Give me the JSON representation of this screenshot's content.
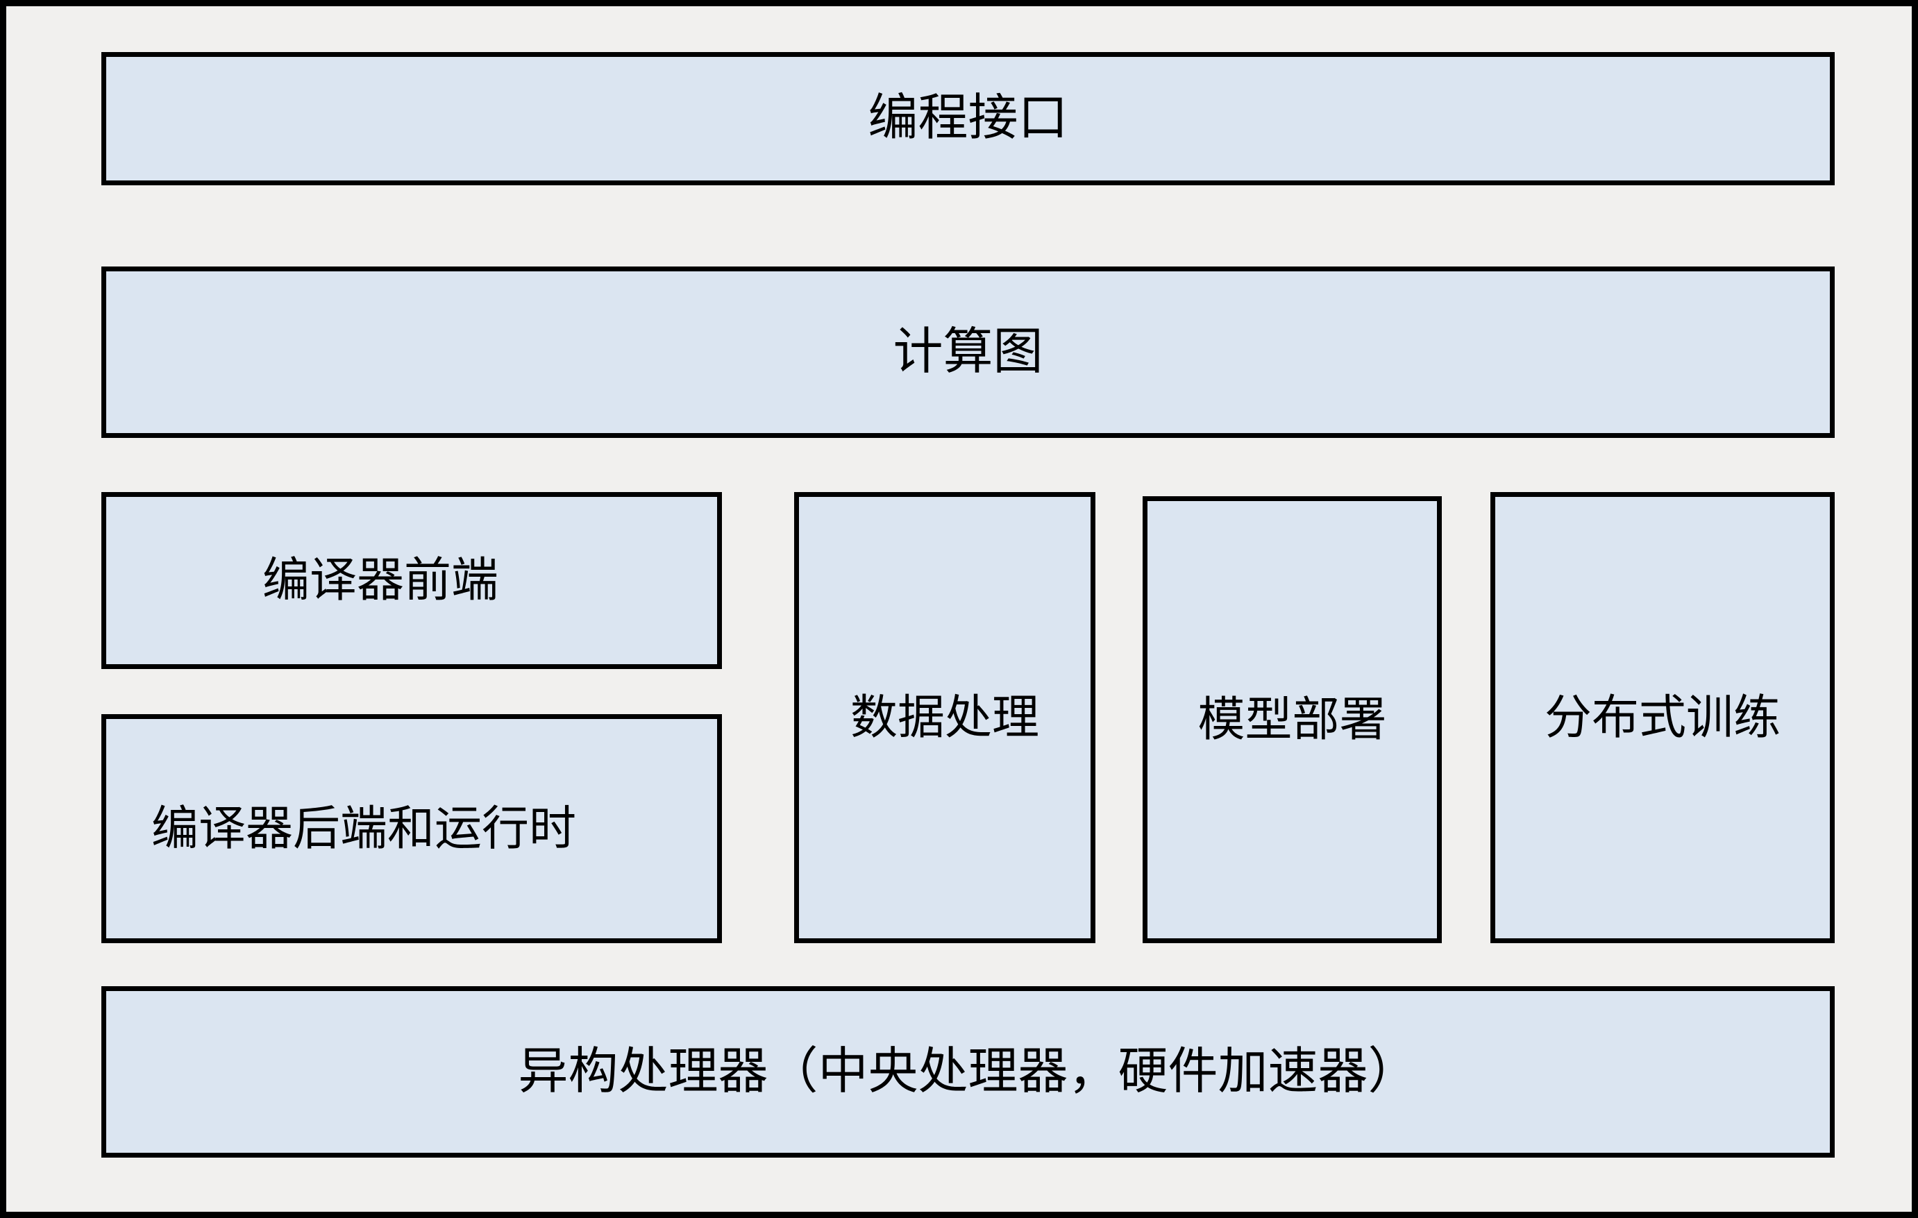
{
  "diagram": {
    "type": "layered-architecture-stack",
    "title_text": "",
    "colors": {
      "box_fill": "#dbe5f1",
      "box_border": "#000000",
      "canvas_background": "#f1f0ee",
      "frame_border": "#000000",
      "text": "#000000"
    },
    "layers": [
      {
        "id": "programming-interface",
        "label": "编程接口",
        "row": 1,
        "span": "full-width"
      },
      {
        "id": "computation-graph",
        "label": "计算图",
        "row": 2,
        "span": "full-width"
      },
      {
        "id": "compiler-frontend",
        "label": "编译器前端",
        "row": 3,
        "column": "left",
        "span": "partial"
      },
      {
        "id": "compiler-backend-runtime",
        "label": "编译器后端和运行时",
        "row": 3,
        "column": "left",
        "span": "partial"
      },
      {
        "id": "data-processing",
        "label": "数据处理",
        "row": 3,
        "column": "middle-1",
        "span": "tall"
      },
      {
        "id": "model-deployment",
        "label": "模型部署",
        "row": 3,
        "column": "middle-2",
        "span": "tall"
      },
      {
        "id": "distributed-training",
        "label": "分布式训练",
        "row": 3,
        "column": "right",
        "span": "tall"
      },
      {
        "id": "heterogeneous-processors",
        "label": "异构处理器（中央处理器，硬件加速器）",
        "row": 4,
        "span": "full-width"
      }
    ]
  }
}
